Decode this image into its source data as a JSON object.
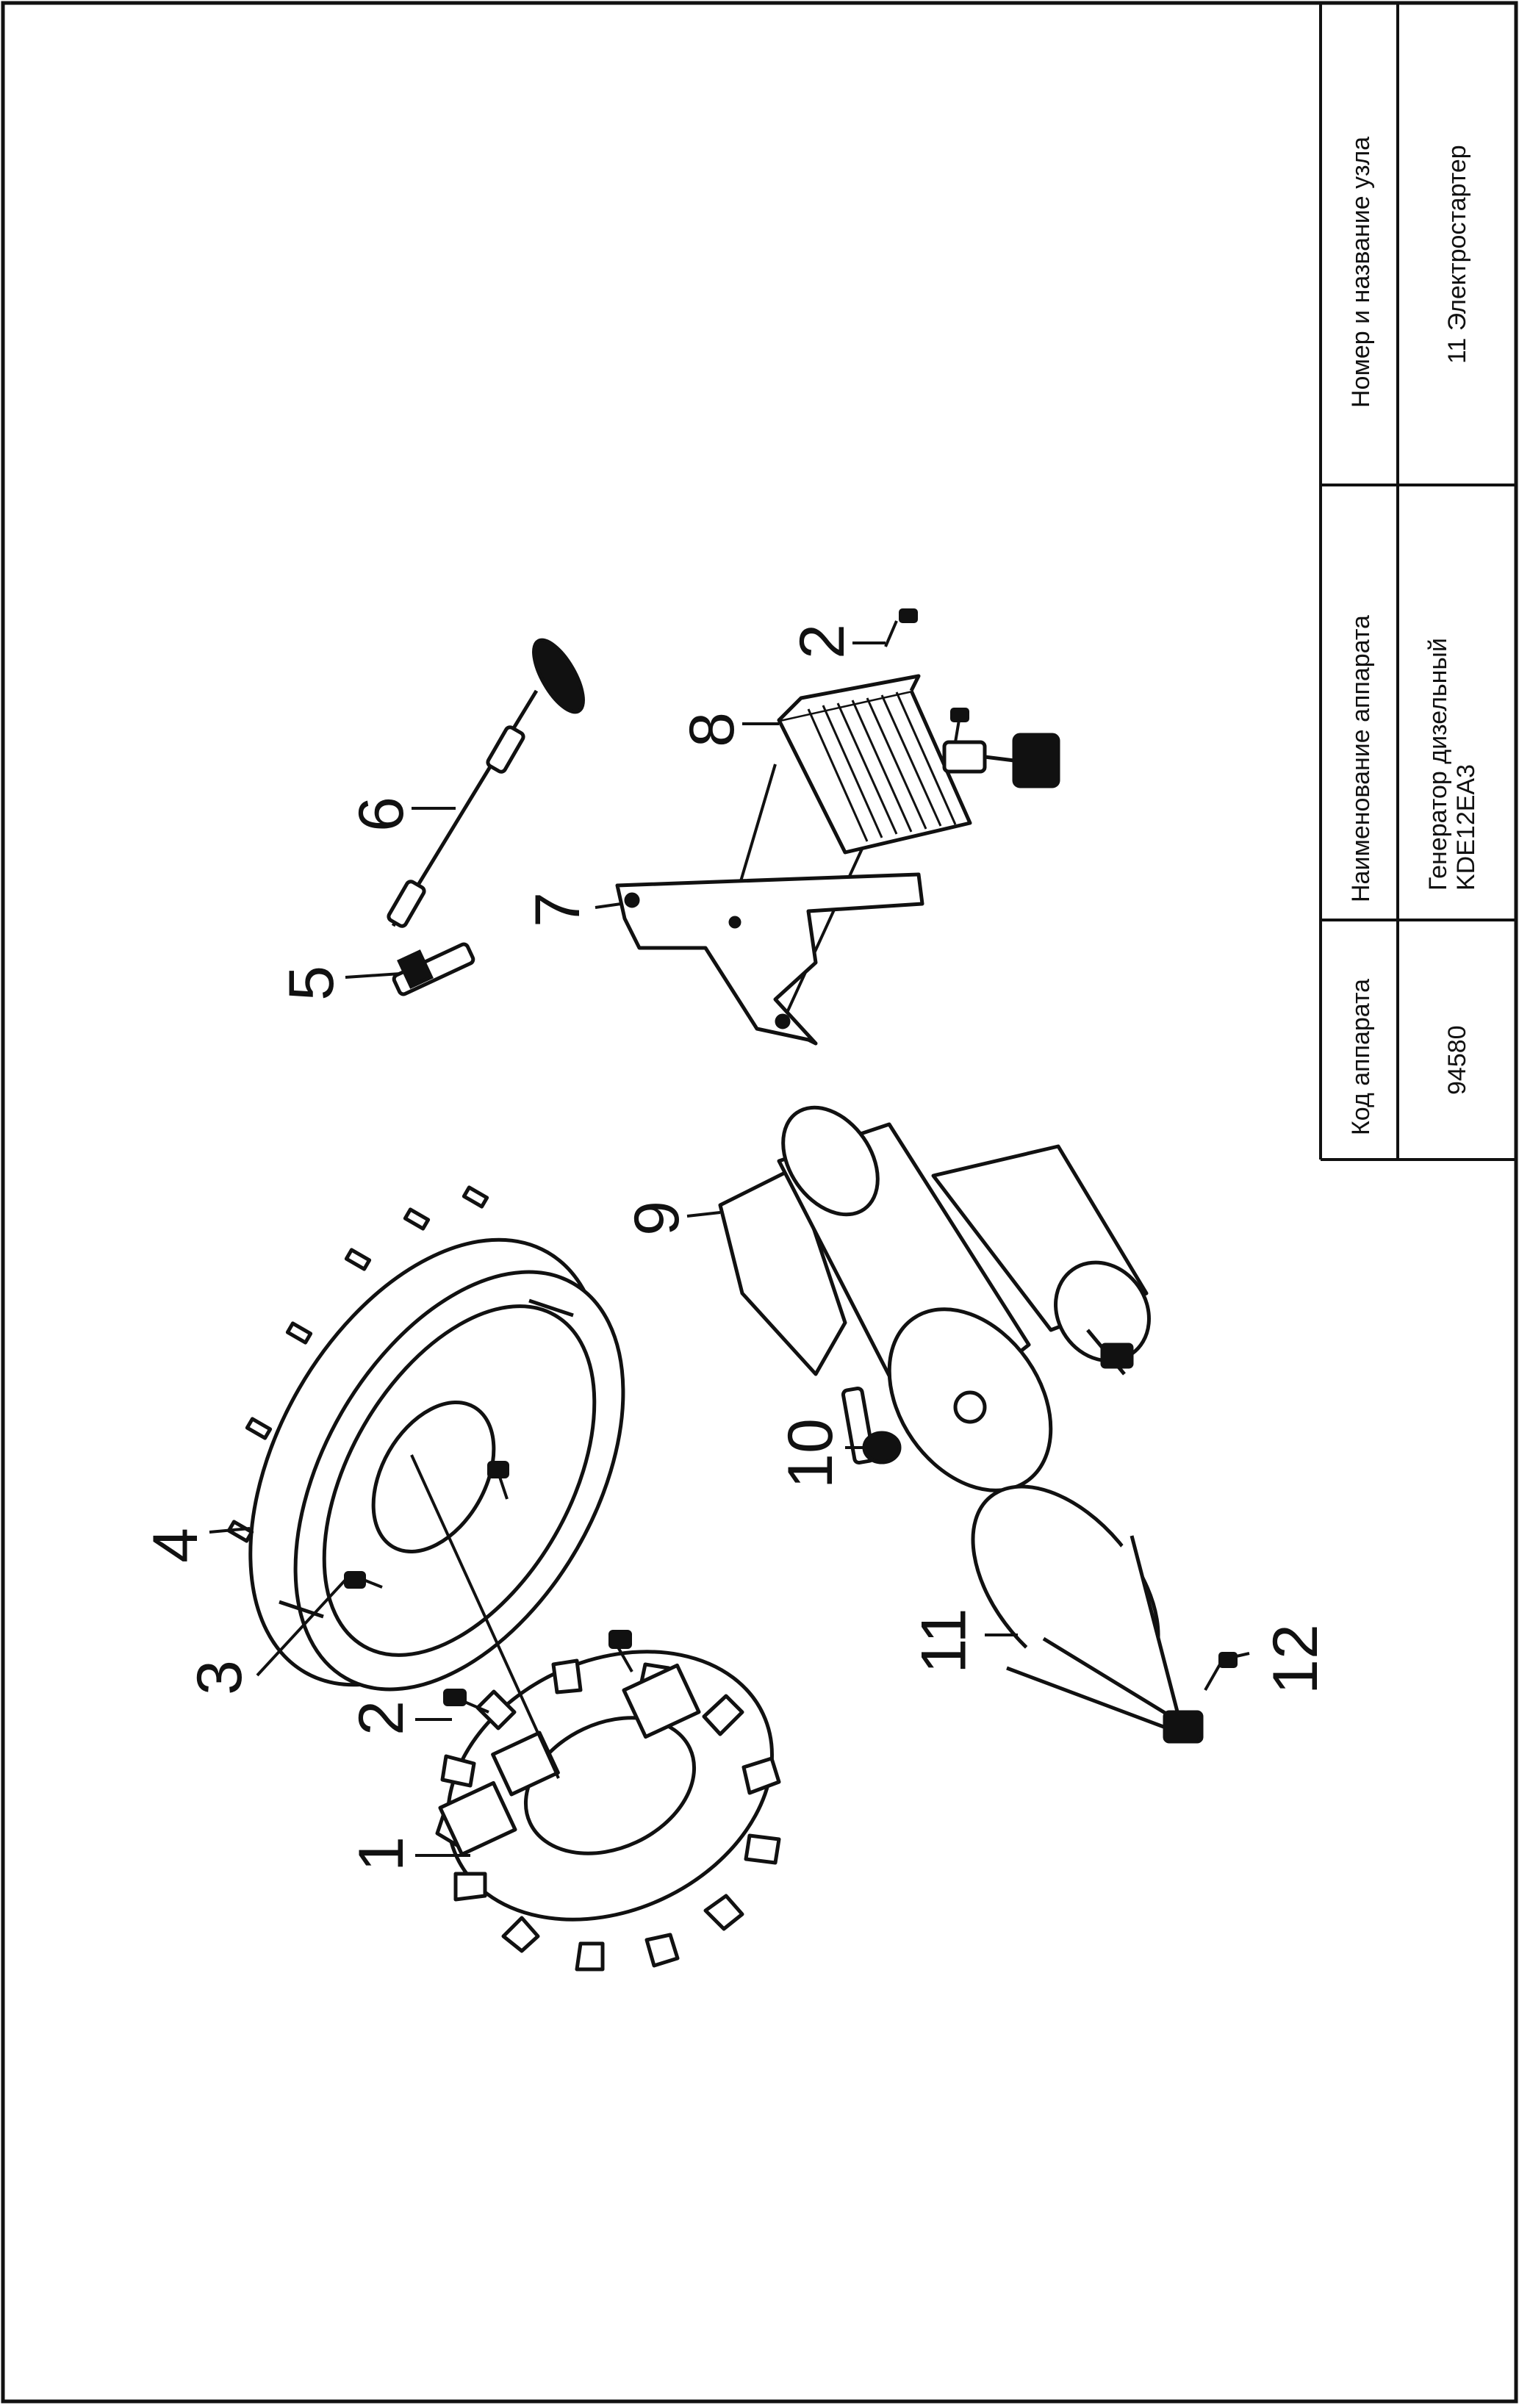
{
  "title_block": {
    "headers": {
      "code": "Код аппарата",
      "name": "Наименование аппарата",
      "unit": "Номер и название узла"
    },
    "values": {
      "code": "94580",
      "name_line1": "Генератор дизельный",
      "name_line2": "KDE12EA3",
      "unit": "11 Электростартер"
    }
  },
  "callouts": {
    "c1": "1",
    "c2a": "2",
    "c2b": "2",
    "c3": "3",
    "c4": "4",
    "c5": "5",
    "c6": "6",
    "c7": "7",
    "c8": "8",
    "c9": "9",
    "c10": "10",
    "c11": "11",
    "c12": "12"
  },
  "components": [
    "stator",
    "screw",
    "mounting-bolt",
    "flywheel-rotor",
    "glow-plug",
    "connecting-wire",
    "regulator-bracket",
    "voltage-regulator",
    "electric-starter",
    "starter-bolt",
    "starter-cover",
    "cover-screw"
  ]
}
